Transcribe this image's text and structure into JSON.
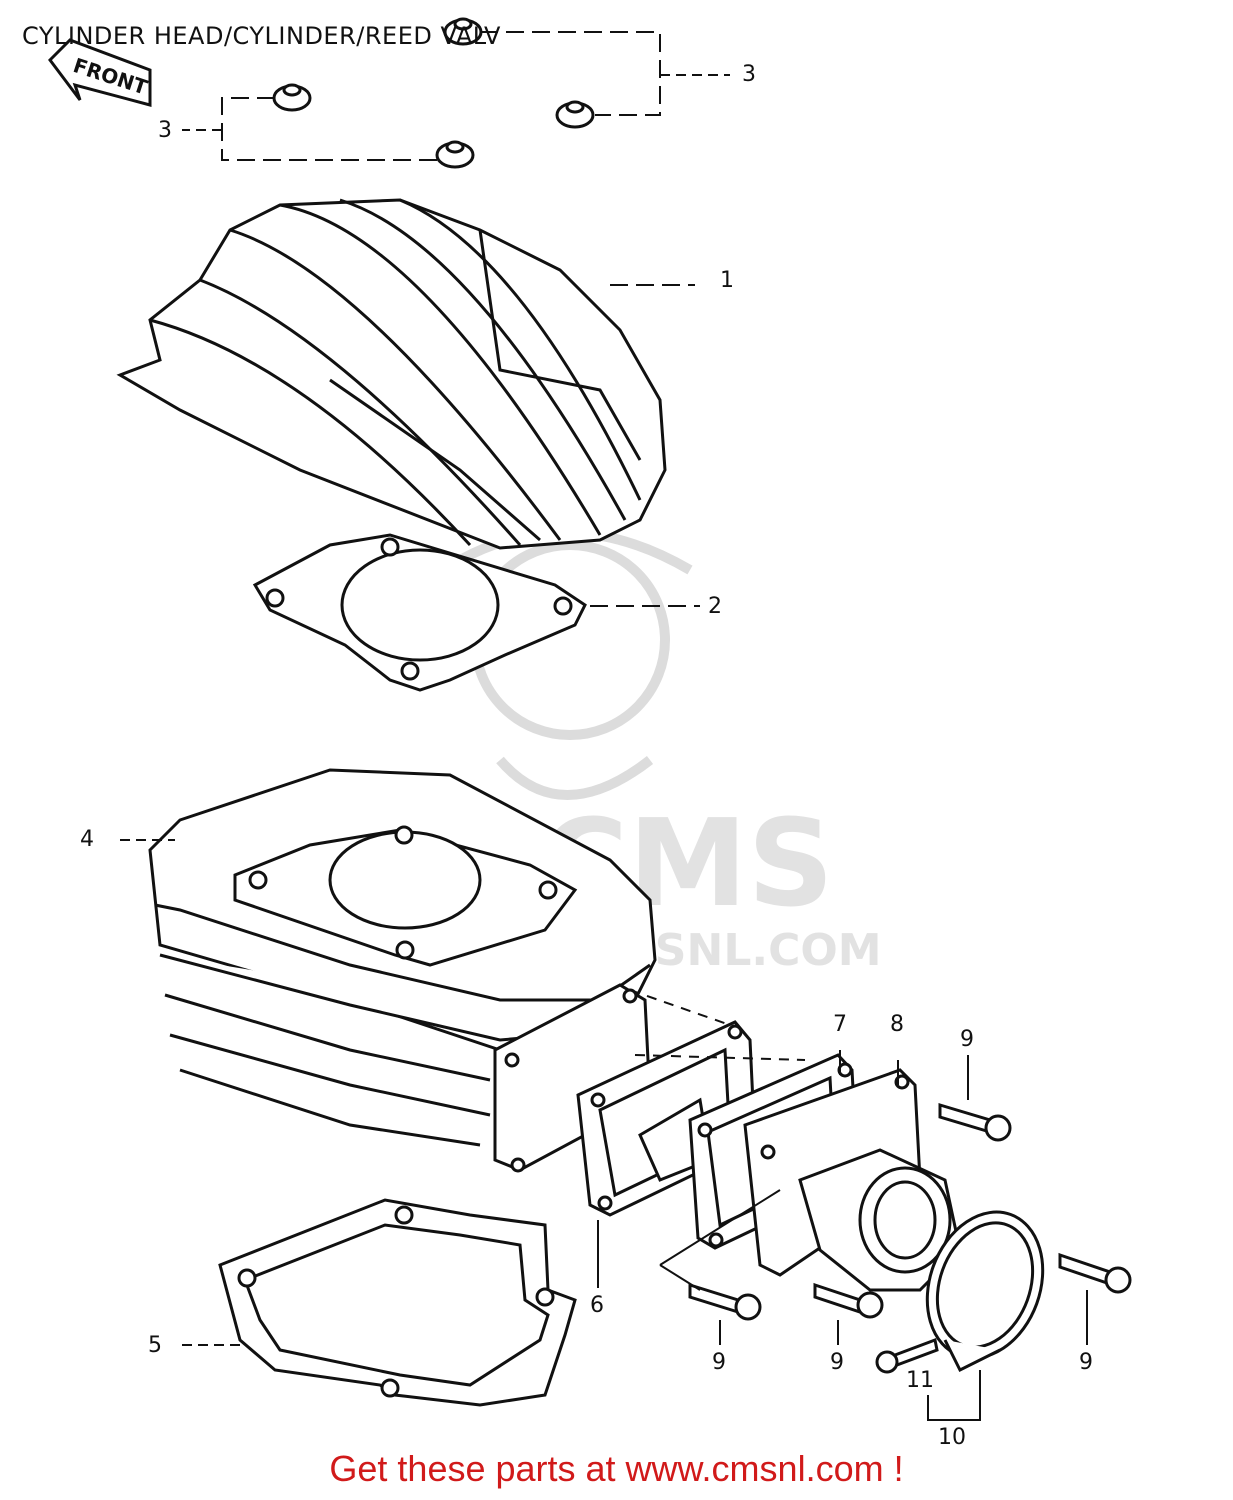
{
  "title": "CYLINDER HEAD/CYLINDER/REED VALV",
  "front_label": "FRONT",
  "watermark": {
    "brand": "CMS",
    "url": "WWW.CMSNL.COM"
  },
  "callouts": {
    "c1": "1",
    "c2": "2",
    "c3a": "3",
    "c3b": "3",
    "c4": "4",
    "c5": "5",
    "c6": "6",
    "c7": "7",
    "c8": "8",
    "c9a": "9",
    "c9b": "9",
    "c9c": "9",
    "c9d": "9",
    "c10": "10",
    "c11": "11"
  },
  "promo": "Get these parts at www.cmsnl.com !",
  "colors": {
    "line": "#111111",
    "promo": "#d11a1a",
    "watermark": "#dedede"
  }
}
